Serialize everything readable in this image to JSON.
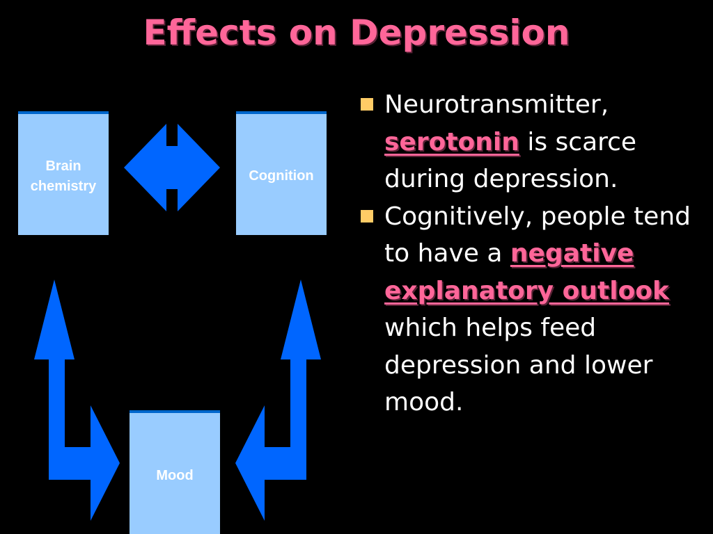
{
  "slide": {
    "title": "Effects on Depression",
    "colors": {
      "background": "#000000",
      "title": "#ff6699",
      "box_fill": "#99ccff",
      "box_border": "#0066cc",
      "arrow": "#0066ff",
      "bullet_marker": "#ffcc66"
    }
  },
  "diagram": {
    "boxes": {
      "brain": {
        "line1": "Brain",
        "line2": "chemistry"
      },
      "cognition": {
        "label": "Cognition"
      },
      "mood": {
        "label": "Mood"
      }
    },
    "arrows": [
      {
        "name": "brain-cognition-arrow",
        "icon": "double-headed-arrow"
      },
      {
        "name": "brain-mood-arrow",
        "icon": "bent-double-arrow"
      },
      {
        "name": "cognition-mood-arrow",
        "icon": "bent-double-arrow"
      }
    ]
  },
  "bullets": [
    {
      "t1": "Neurotransmitter,",
      "highlight": "serotonin",
      "t2": " is scarce during depression."
    },
    {
      "t1": "Cognitively, people tend to have a ",
      "highlight": "negative explanatory outlook",
      "t2": " which helps feed depression and lower mood."
    }
  ]
}
